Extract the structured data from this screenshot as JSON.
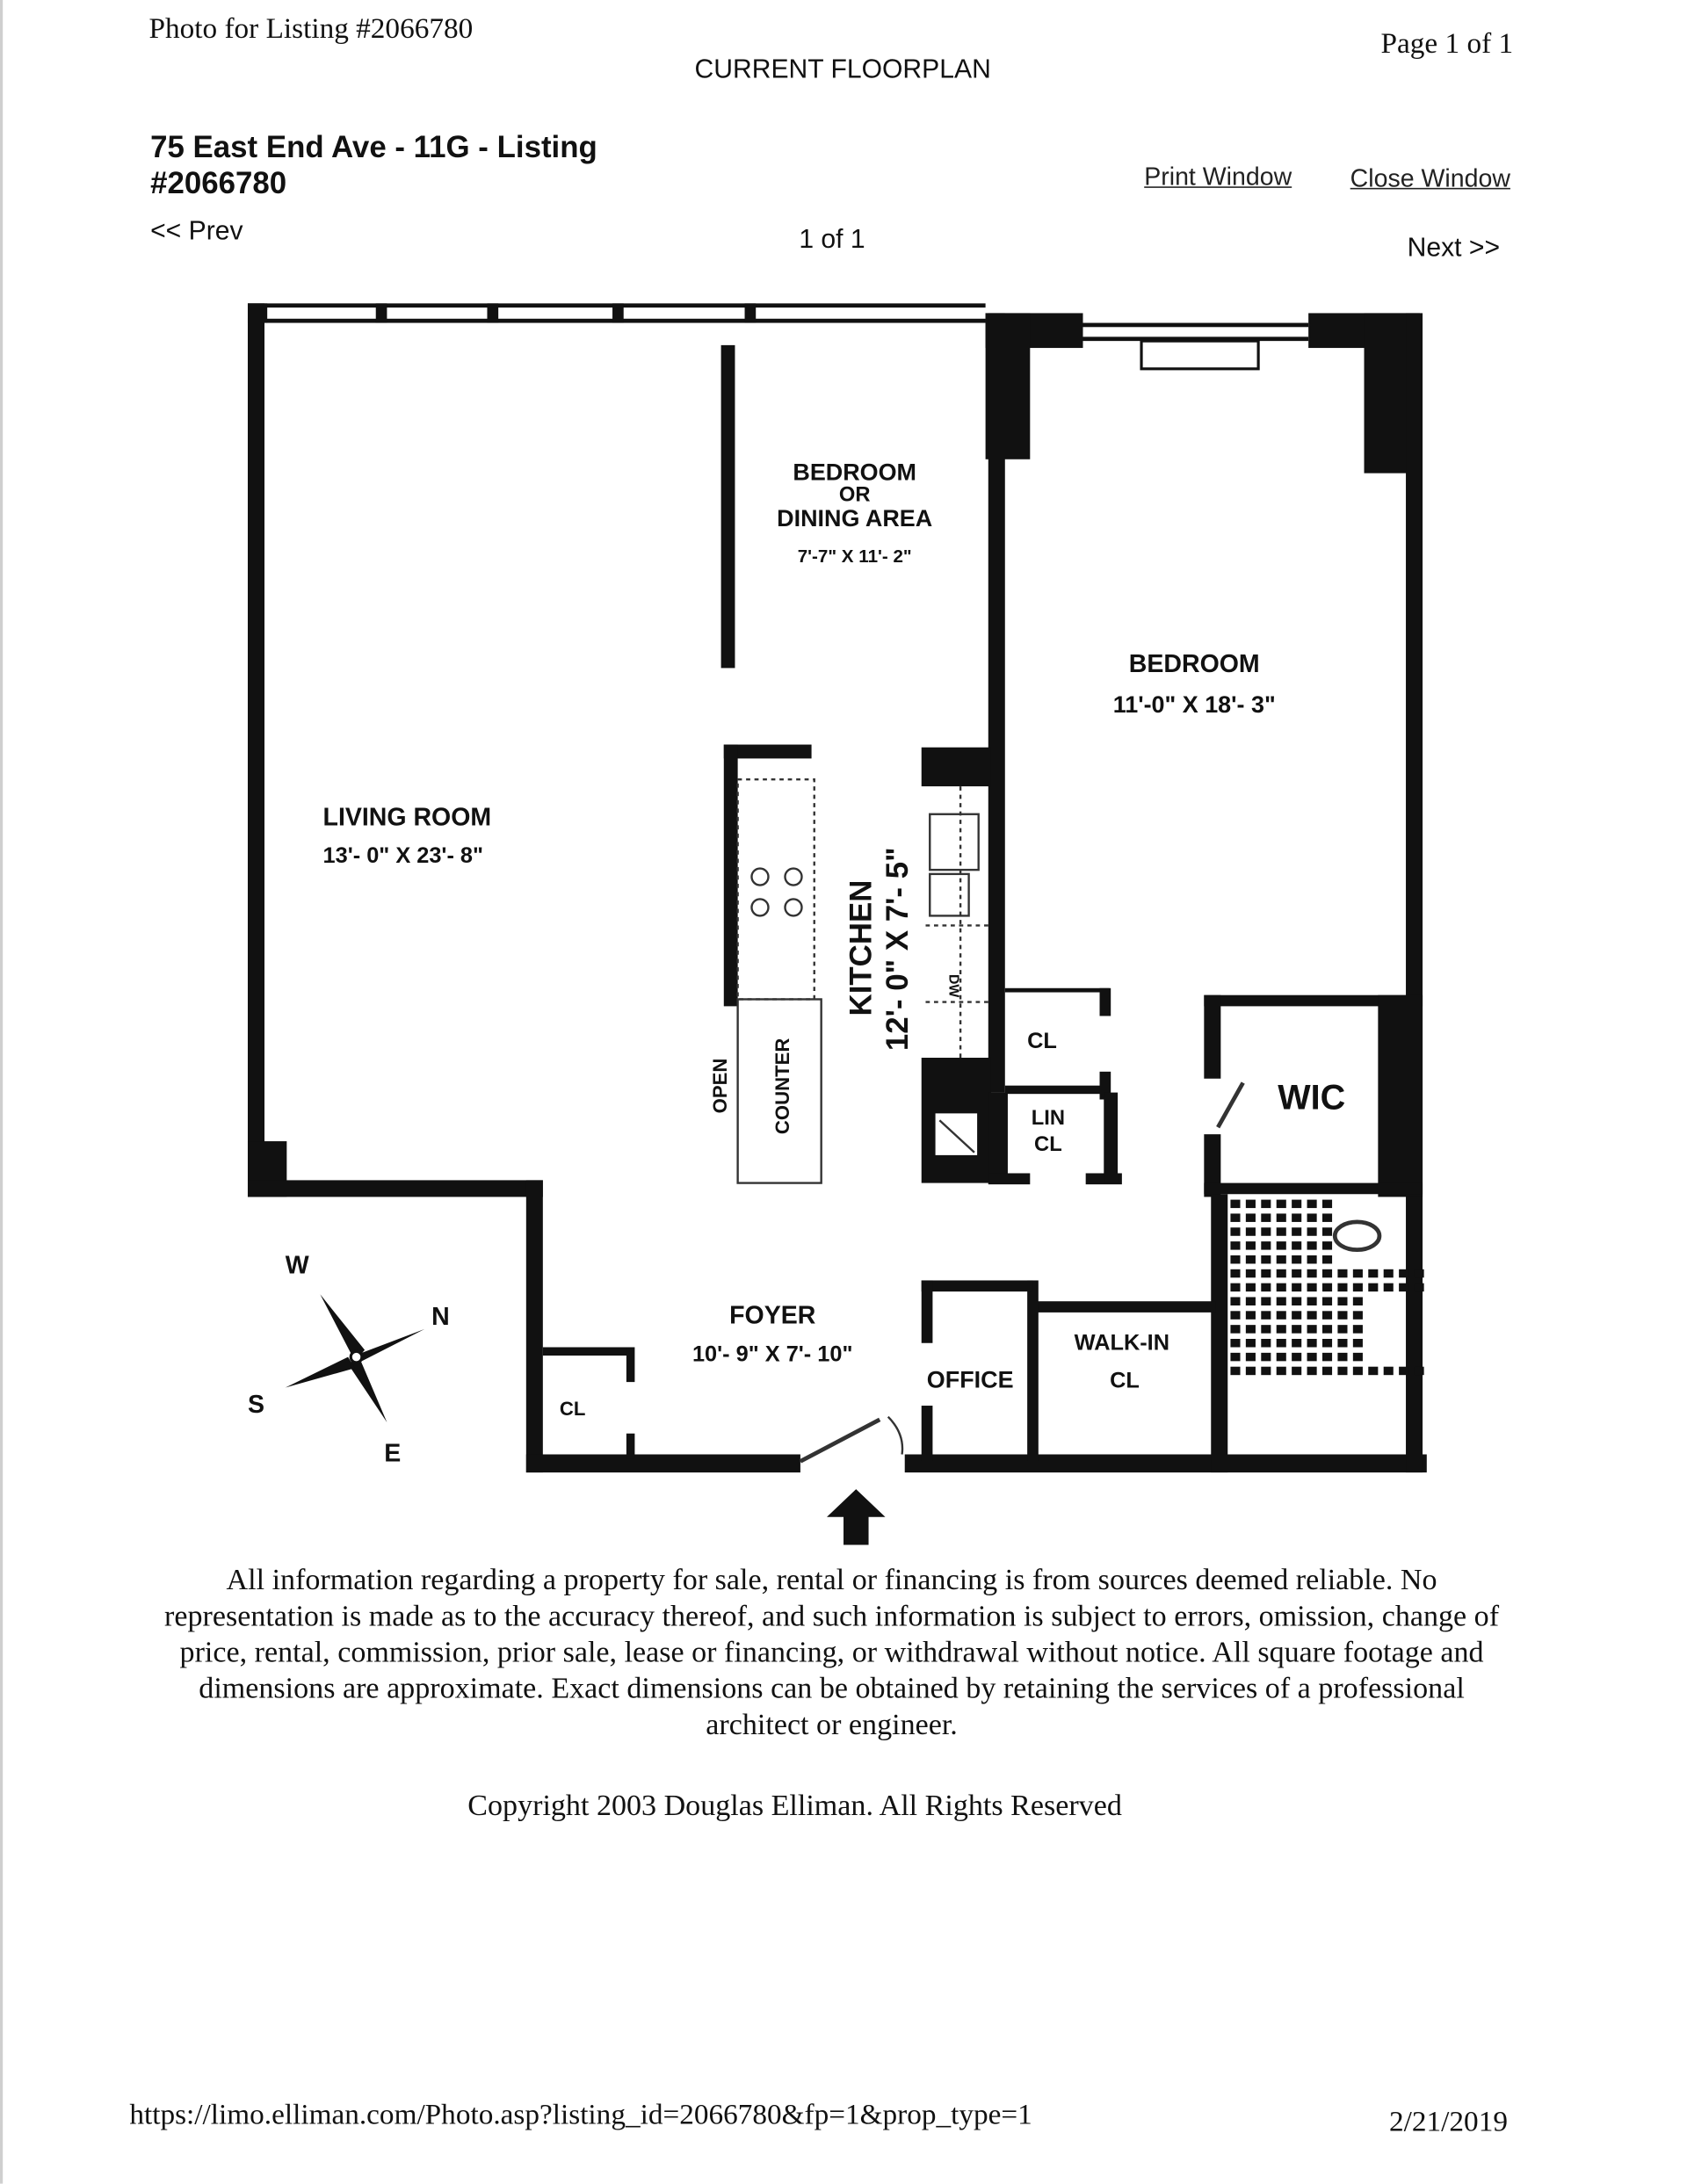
{
  "header": {
    "photo_for_listing": "Photo for Listing #2066780",
    "page_indicator": "Page 1 of 1",
    "section_title": "CURRENT FLOORPLAN",
    "listing_title_line1": "75 East End Ave - 11G - Listing",
    "listing_title_line2": "#2066780",
    "print_window": "Print Window",
    "close_window": "Close Window",
    "prev": "<< Prev",
    "counter": "1 of 1",
    "next": "Next >>"
  },
  "floorplan": {
    "rooms": {
      "dining_line1": "BEDROOM",
      "dining_line2": "OR",
      "dining_line3": "DINING AREA",
      "dining_dims": "7'-7\" X 11'- 2\"",
      "bedroom": "BEDROOM",
      "bedroom_dims": "11'-0\" X 18'- 3\"",
      "living": "LIVING ROOM",
      "living_dims": "13'- 0\" X 23'- 8\"",
      "kitchen": "KITCHEN",
      "kitchen_dims": "12'- 0\" X 7'- 5\"",
      "dw": "DW",
      "open": "OPEN",
      "counter": "COUNTER",
      "cl_bedroom": "CL",
      "lin_cl_1": "LIN",
      "lin_cl_2": "CL",
      "wic": "WIC",
      "foyer": "FOYER",
      "foyer_dims": "10'- 9\" X 7'- 10\"",
      "office": "OFFICE",
      "walkin_1": "WALK-IN",
      "walkin_2": "CL",
      "cl_foyer": "CL"
    },
    "compass": {
      "w": "W",
      "n": "N",
      "s": "S",
      "e": "E"
    }
  },
  "footer": {
    "disclaimer": "All information regarding a property for sale, rental or financing is from sources deemed reliable. No representation is made as to the accuracy thereof, and such information is subject to errors, omission, change of price, rental, commission, prior sale, lease or financing, or withdrawal without notice. All square footage and dimensions are approximate. Exact dimensions can be obtained by retaining the services of a professional architect or engineer.",
    "copyright": "Copyright 2003 Douglas Elliman. All Rights Reserved",
    "url": "https://limo.elliman.com/Photo.asp?listing_id=2066780&fp=1&prop_type=1",
    "date": "2/21/2019"
  }
}
